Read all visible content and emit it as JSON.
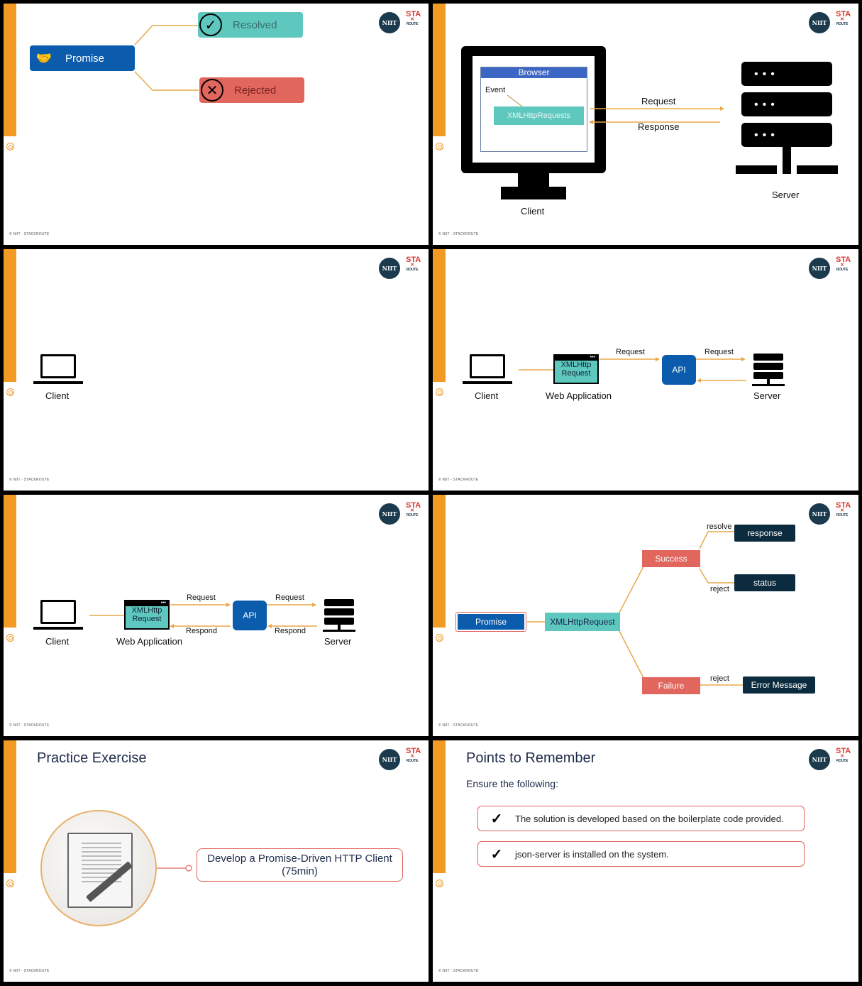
{
  "copyright": "© NIIT - STACKROUTE",
  "logos": {
    "niit": "NIIT",
    "sta": "STA",
    "route": "ROUTE"
  },
  "slide1": {
    "promise": "Promise",
    "resolved": "Resolved",
    "rejected": "Rejected"
  },
  "slide2": {
    "browser": "Browser",
    "event": "Event",
    "xhr": "XMLHttpRequests",
    "request": "Request",
    "response": "Response",
    "client": "Client",
    "server": "Server"
  },
  "slide3": {
    "client": "Client"
  },
  "slide4": {
    "client": "Client",
    "xhr": "XMLHttp Request",
    "webapp": "Web Application",
    "request1": "Request",
    "api": "API",
    "request2": "Request",
    "server": "Server"
  },
  "slide5": {
    "client": "Client",
    "xhr": "XMLHttp Request",
    "webapp": "Web Application",
    "request1": "Request",
    "respond1": "Respond",
    "api": "API",
    "request2": "Request",
    "respond2": "Respond",
    "server": "Server"
  },
  "slide6": {
    "promise": "Promise",
    "xhr": "XMLHttpRequest",
    "success": "Success",
    "failure": "Failure",
    "resolve": "resolve",
    "reject1": "reject",
    "reject2": "reject",
    "response": "response",
    "status": "status",
    "error": "Error Message"
  },
  "slide7": {
    "title": "Practice Exercise",
    "task": "Develop a Promise-Driven HTTP Client",
    "duration": "(75min)"
  },
  "slide8": {
    "title": "Points to Remember",
    "subtitle": "Ensure the following:",
    "points": [
      "The solution is developed based on the boilerplate code provided.",
      "json-server is installed on the system."
    ]
  },
  "colors": {
    "accent": "#f39a24",
    "blue": "#0b5cad",
    "teal": "#58c4bb",
    "red": "#e0665e",
    "navy": "#0c2b3e"
  }
}
